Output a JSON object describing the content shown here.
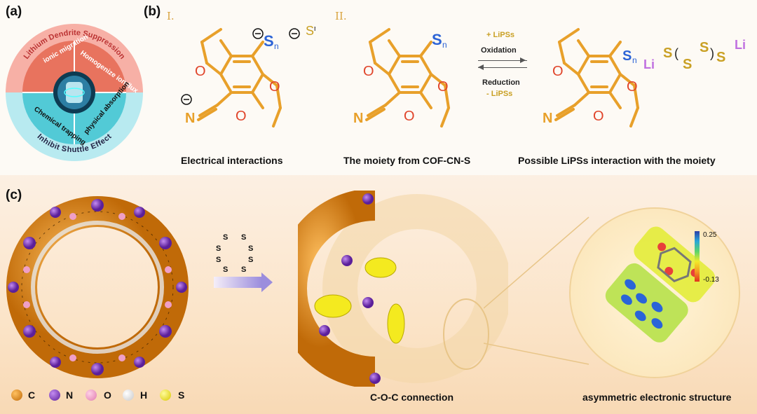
{
  "panels": {
    "a": {
      "label": "(a)",
      "outer_top": "Lithium Dendrite Suppression",
      "outer_bottom": "Inhibit Shuttle Effect",
      "quadrants": [
        "ionic migration",
        "Homogenize ion flux",
        "Chemical trapping",
        "physical absorption"
      ]
    },
    "b": {
      "label": "(b)",
      "roman_1": "I.",
      "roman_2": "II.",
      "caption_1": "Electrical interactions",
      "caption_2": "The moiety from COF-CN-S",
      "caption_3": "Possible LiPSs interaction with the moiety",
      "arrow_top_1": "+ LiPSs",
      "arrow_top_2": "Oxidation",
      "arrow_bottom_1": "Reduction",
      "arrow_bottom_2": "- LiPSs"
    },
    "c": {
      "label": "(c)",
      "caption_mid": "C-O-C connection",
      "caption_right": "asymmetric electronic structure",
      "colorbar_max": "0.25",
      "colorbar_min": "-0.13"
    }
  },
  "legend": [
    {
      "symbol": "C",
      "color": "#e8901a"
    },
    {
      "symbol": "N",
      "color": "#8a3fc9"
    },
    {
      "symbol": "O",
      "color": "#ef9fc7"
    },
    {
      "symbol": "H",
      "color": "#f4f4f4"
    },
    {
      "symbol": "S",
      "color": "#f4ea1f"
    }
  ]
}
